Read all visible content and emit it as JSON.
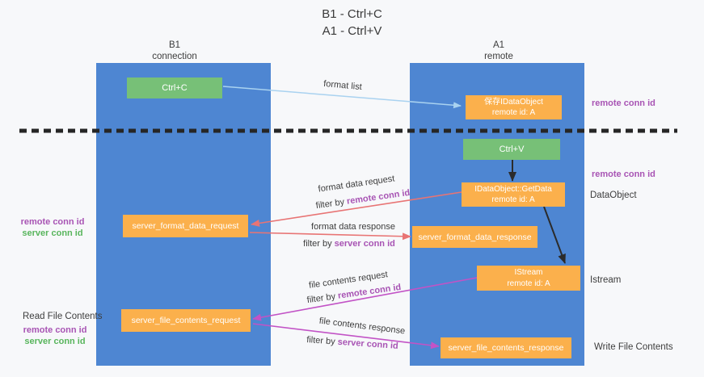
{
  "title": {
    "line1": "B1 - Ctrl+C",
    "line2": "A1 - Ctrl+V"
  },
  "lifelines": {
    "b1": {
      "name": "B1",
      "role": "connection"
    },
    "a1": {
      "name": "A1",
      "role": "remote"
    }
  },
  "boxes": {
    "ctrl_c": "Ctrl+C",
    "save_idataobject": {
      "line1": "保存IDataObject",
      "line2": "remote id: A"
    },
    "ctrl_v": "Ctrl+V",
    "getdata": {
      "line1": "IDataObject::GetData",
      "line2": "remote id: A"
    },
    "server_format_data_request": "server_format_data_request",
    "server_format_data_response": "server_format_data_response",
    "istream": {
      "line1": "IStream",
      "line2": "remote id: A"
    },
    "server_file_contents_request": "server_file_contents_request",
    "server_file_contents_response": "server_file_contents_response"
  },
  "messages": {
    "format_list": "format list",
    "format_data_request": "format data request",
    "format_data_request_filter": {
      "prefix": "filter by ",
      "key": "remote conn id"
    },
    "format_data_response": "format data response",
    "format_data_response_filter": {
      "prefix": "filter by ",
      "key": "server conn id"
    },
    "file_contents_request": "file contents request",
    "file_contents_request_filter": {
      "prefix": "filter by ",
      "key": "remote conn id"
    },
    "file_contents_response": "file contents response",
    "file_contents_response_filter": {
      "prefix": "filter by ",
      "key": "server conn id"
    }
  },
  "side_labels": {
    "right_remote_conn_id_top": "remote conn id",
    "right_remote_conn_id_mid": "remote conn id",
    "dataobject": "DataObject",
    "istream": "Istream",
    "write_file_contents": "Write File Contents",
    "left_remote_conn_id_mid": "remote conn id",
    "left_server_conn_id_mid": "server conn id",
    "read_file_contents": "Read File Contents",
    "left_remote_conn_id_bottom": "remote conn id",
    "left_server_conn_id_bottom": "server conn id"
  },
  "colors": {
    "bg": "#f7f8fa",
    "lifeline-blue": "#4e86d2",
    "box-green": "#77c077",
    "box-orange": "#fbb04c",
    "arrow-lightblue": "#a9d2f0",
    "arrow-black": "#2b2b2b",
    "arrow-salmon": "#e87474",
    "arrow-magenta": "#c253c6",
    "dash-black": "#262626",
    "text-purple": "#a854b4",
    "text-green": "#58b55c",
    "text-dark": "#3d3d3d"
  }
}
